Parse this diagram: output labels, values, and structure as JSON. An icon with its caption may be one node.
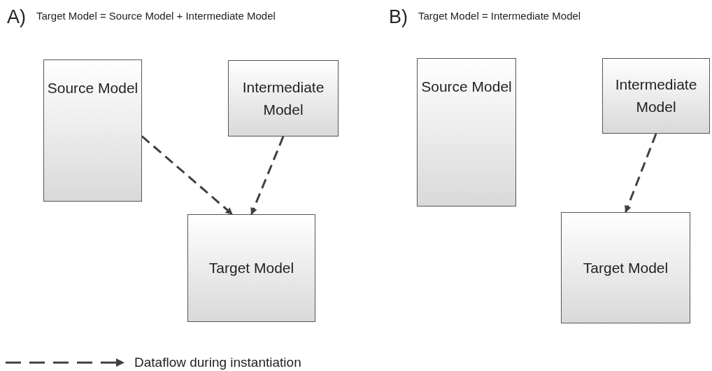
{
  "diagram": {
    "nodes": [
      {
        "text": [
          "Source Model"
        ]
      },
      {
        "text": [
          "Intermediate Model"
        ]
      },
      {
        "text": [
          "Target Model"
        ]
      },
      {
        "text": [
          "Source Model"
        ]
      },
      {
        "text": [
          "Intermediate Model"
        ]
      },
      {
        "text": [
          "Target Model"
        ]
      }
    ],
    "edges": [
      {
        "from": 0,
        "to": 2,
        "arrow": "to",
        "style": "dashed"
      },
      {
        "from": 1,
        "to": 2,
        "arrow": "to",
        "style": "dashed"
      },
      {
        "from": 4,
        "to": 5,
        "arrow": "to",
        "style": "dashed"
      }
    ],
    "labels": [
      "A)",
      "Target Model = Source Model + Intermediate Model",
      "B)",
      "Target Model = Intermediate Model"
    ],
    "legend": [
      {
        "text": "Dataflow during instantiation"
      }
    ]
  }
}
